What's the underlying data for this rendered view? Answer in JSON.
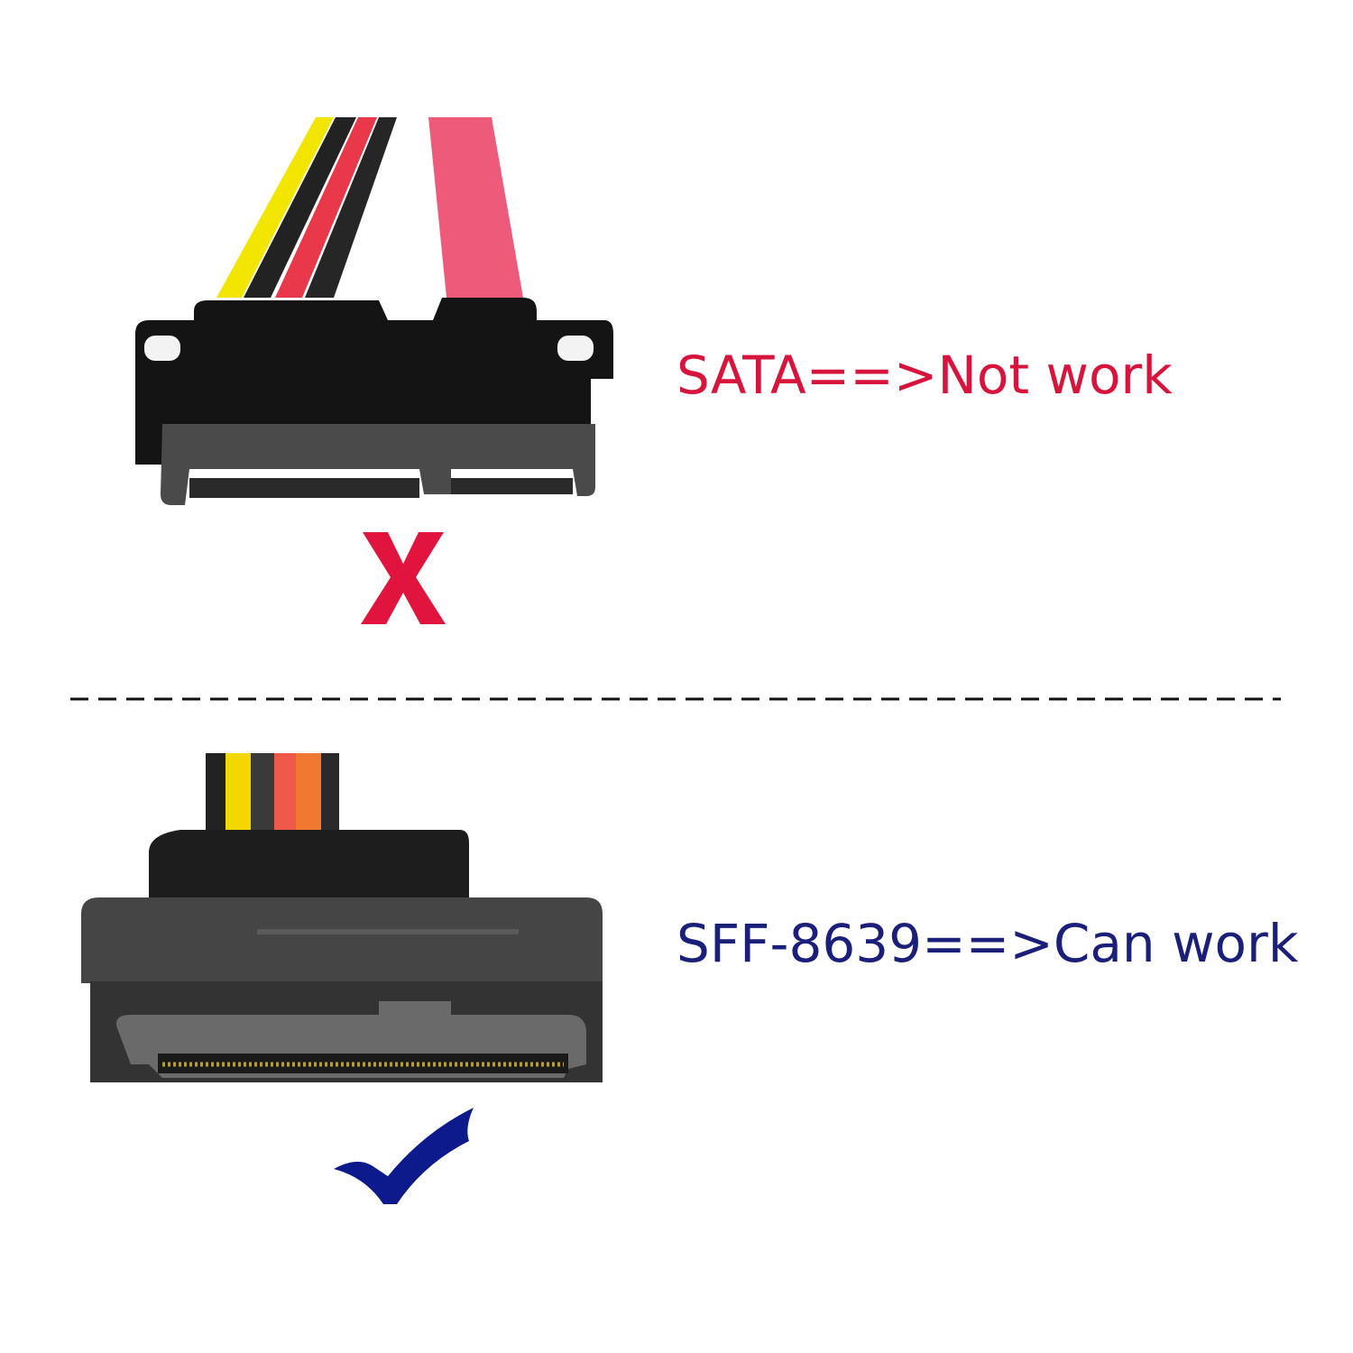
{
  "top": {
    "label": "SATA==>Not work",
    "label_color": "#d6143c",
    "status_icon": "cross-icon",
    "status_color": "#e0143c"
  },
  "bottom": {
    "label": "SFF-8639==>Can work",
    "label_color": "#1a1f7a",
    "status_icon": "checkmark-icon",
    "status_color": "#0d1a8c"
  },
  "divider": {
    "style": "dashed",
    "color": "#111111"
  }
}
